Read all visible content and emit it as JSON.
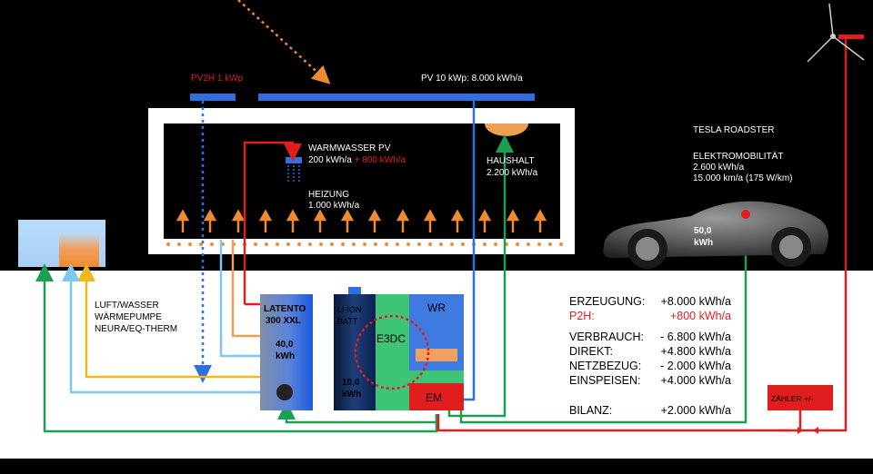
{
  "colors": {
    "background_top": "#000000",
    "background_bottom": "#ffffff",
    "pv_blue": "#2f6fe0",
    "heat_red": "#e01e1e",
    "green_line": "#1aa050",
    "orange": "#f08a30",
    "yellow_line": "#f0b820",
    "lightblue_line": "#7cc8f0"
  },
  "pv": {
    "pv2h_label": "PV2H  1 kWp",
    "main_label": "PV 10 kWp: 8.000 kWh/a"
  },
  "house": {
    "warmwasser_title": "WARMWASSER PV",
    "warmwasser_value": "200 kWh/a",
    "warmwasser_extra": " + 800 kWh/a",
    "heizung_title": "HEIZUNG",
    "heizung_value": "1.000 kWh/a",
    "haushalt_title": "HAUSHALT",
    "haushalt_value": "2.200 kWh/a"
  },
  "car": {
    "title": "TESLA ROADSTER",
    "emob_title": "ELEKTROMOBILITÄT",
    "emob_energy": "2.600 kWh/a",
    "emob_distance": "15.000 km/a  (175 W/km)",
    "battery_value": "50,0",
    "battery_unit": "kWh"
  },
  "heatpump": {
    "label_line1": "LUFT/WASSER",
    "label_line2": "WÄRMEPUMPE",
    "label_line3": "NEURA/EQ-THERM"
  },
  "latento": {
    "title_line1": "LATENTO",
    "title_line2": "300 XXL",
    "value": "40,0",
    "unit": "kWh"
  },
  "battery": {
    "label_line1": "LI-ION",
    "label_line2": "BATT",
    "value": "10,0",
    "unit": "kWh"
  },
  "e3dc": {
    "label": "E3DC",
    "wr_label": "WR",
    "em_label": "EM"
  },
  "meter": {
    "label": "ZÄHLER +/-"
  },
  "balance": {
    "rows": [
      {
        "label": "ERZEUGUNG:",
        "value": "+8.000 kWh/a",
        "color": "#000000"
      },
      {
        "label": "P2H:",
        "value": "+800 kWh/a",
        "color": "#e01e1e"
      },
      {
        "label": "VERBRAUCH:",
        "value": "- 6.800 kWh/a",
        "color": "#000000"
      },
      {
        "label": "DIREKT:",
        "value": "+4.800 kWh/a",
        "color": "#000000"
      },
      {
        "label": "NETZBEZUG:",
        "value": "- 2.000 kWh/a",
        "color": "#000000"
      },
      {
        "label": "EINSPEISEN:",
        "value": "+4.000 kWh/a",
        "color": "#000000"
      },
      {
        "label": "BILANZ:",
        "value": "+2.000 kWh/a",
        "color": "#000000"
      }
    ]
  }
}
